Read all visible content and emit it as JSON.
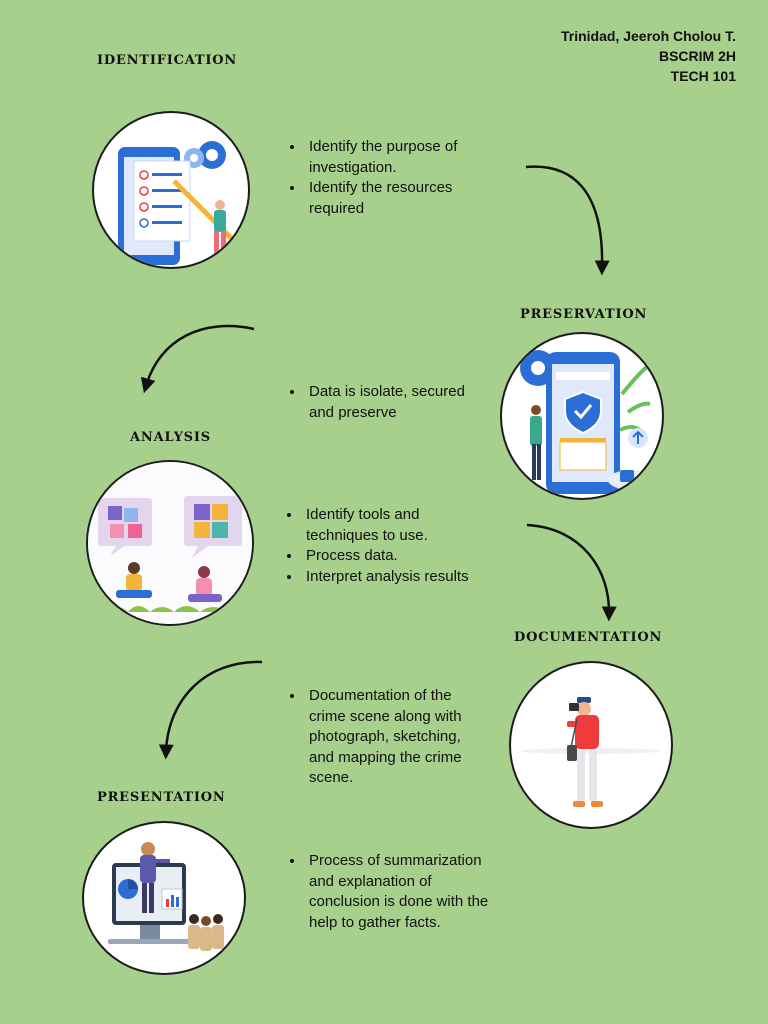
{
  "author": {
    "name": "Trinidad, Jeeroh Cholou T.",
    "course": "BSCRIM 2H",
    "subject": "TECH 101"
  },
  "steps": [
    {
      "title": "IDENTIFICATION",
      "bullets": [
        "Identify the purpose of investigation.",
        " Identify the resources required"
      ]
    },
    {
      "title": "PRESERVATION",
      "bullets": [
        "Data is isolate, secured and preserve"
      ]
    },
    {
      "title": "ANALYSIS",
      "bullets": [
        "Identify tools and techniques to use.",
        "Process data.",
        "Interpret analysis results"
      ]
    },
    {
      "title": "DOCUMENTATION",
      "bullets": [
        "Documentation of the crime scene along with photograph, sketching, and mapping the crime scene."
      ]
    },
    {
      "title": "PRESENTATION",
      "bullets": [
        "Process of summarization and explanation of conclusion is done with the help to gather facts."
      ]
    }
  ],
  "icons": [
    "checklist-phone-icon",
    "shield-phone-icon",
    "puzzle-discussion-icon",
    "photographer-icon",
    "presenter-icon"
  ],
  "colors": {
    "background": "#a8d08d",
    "accent_blue": "#2b6fd6",
    "accent_red": "#ef3b3b"
  }
}
